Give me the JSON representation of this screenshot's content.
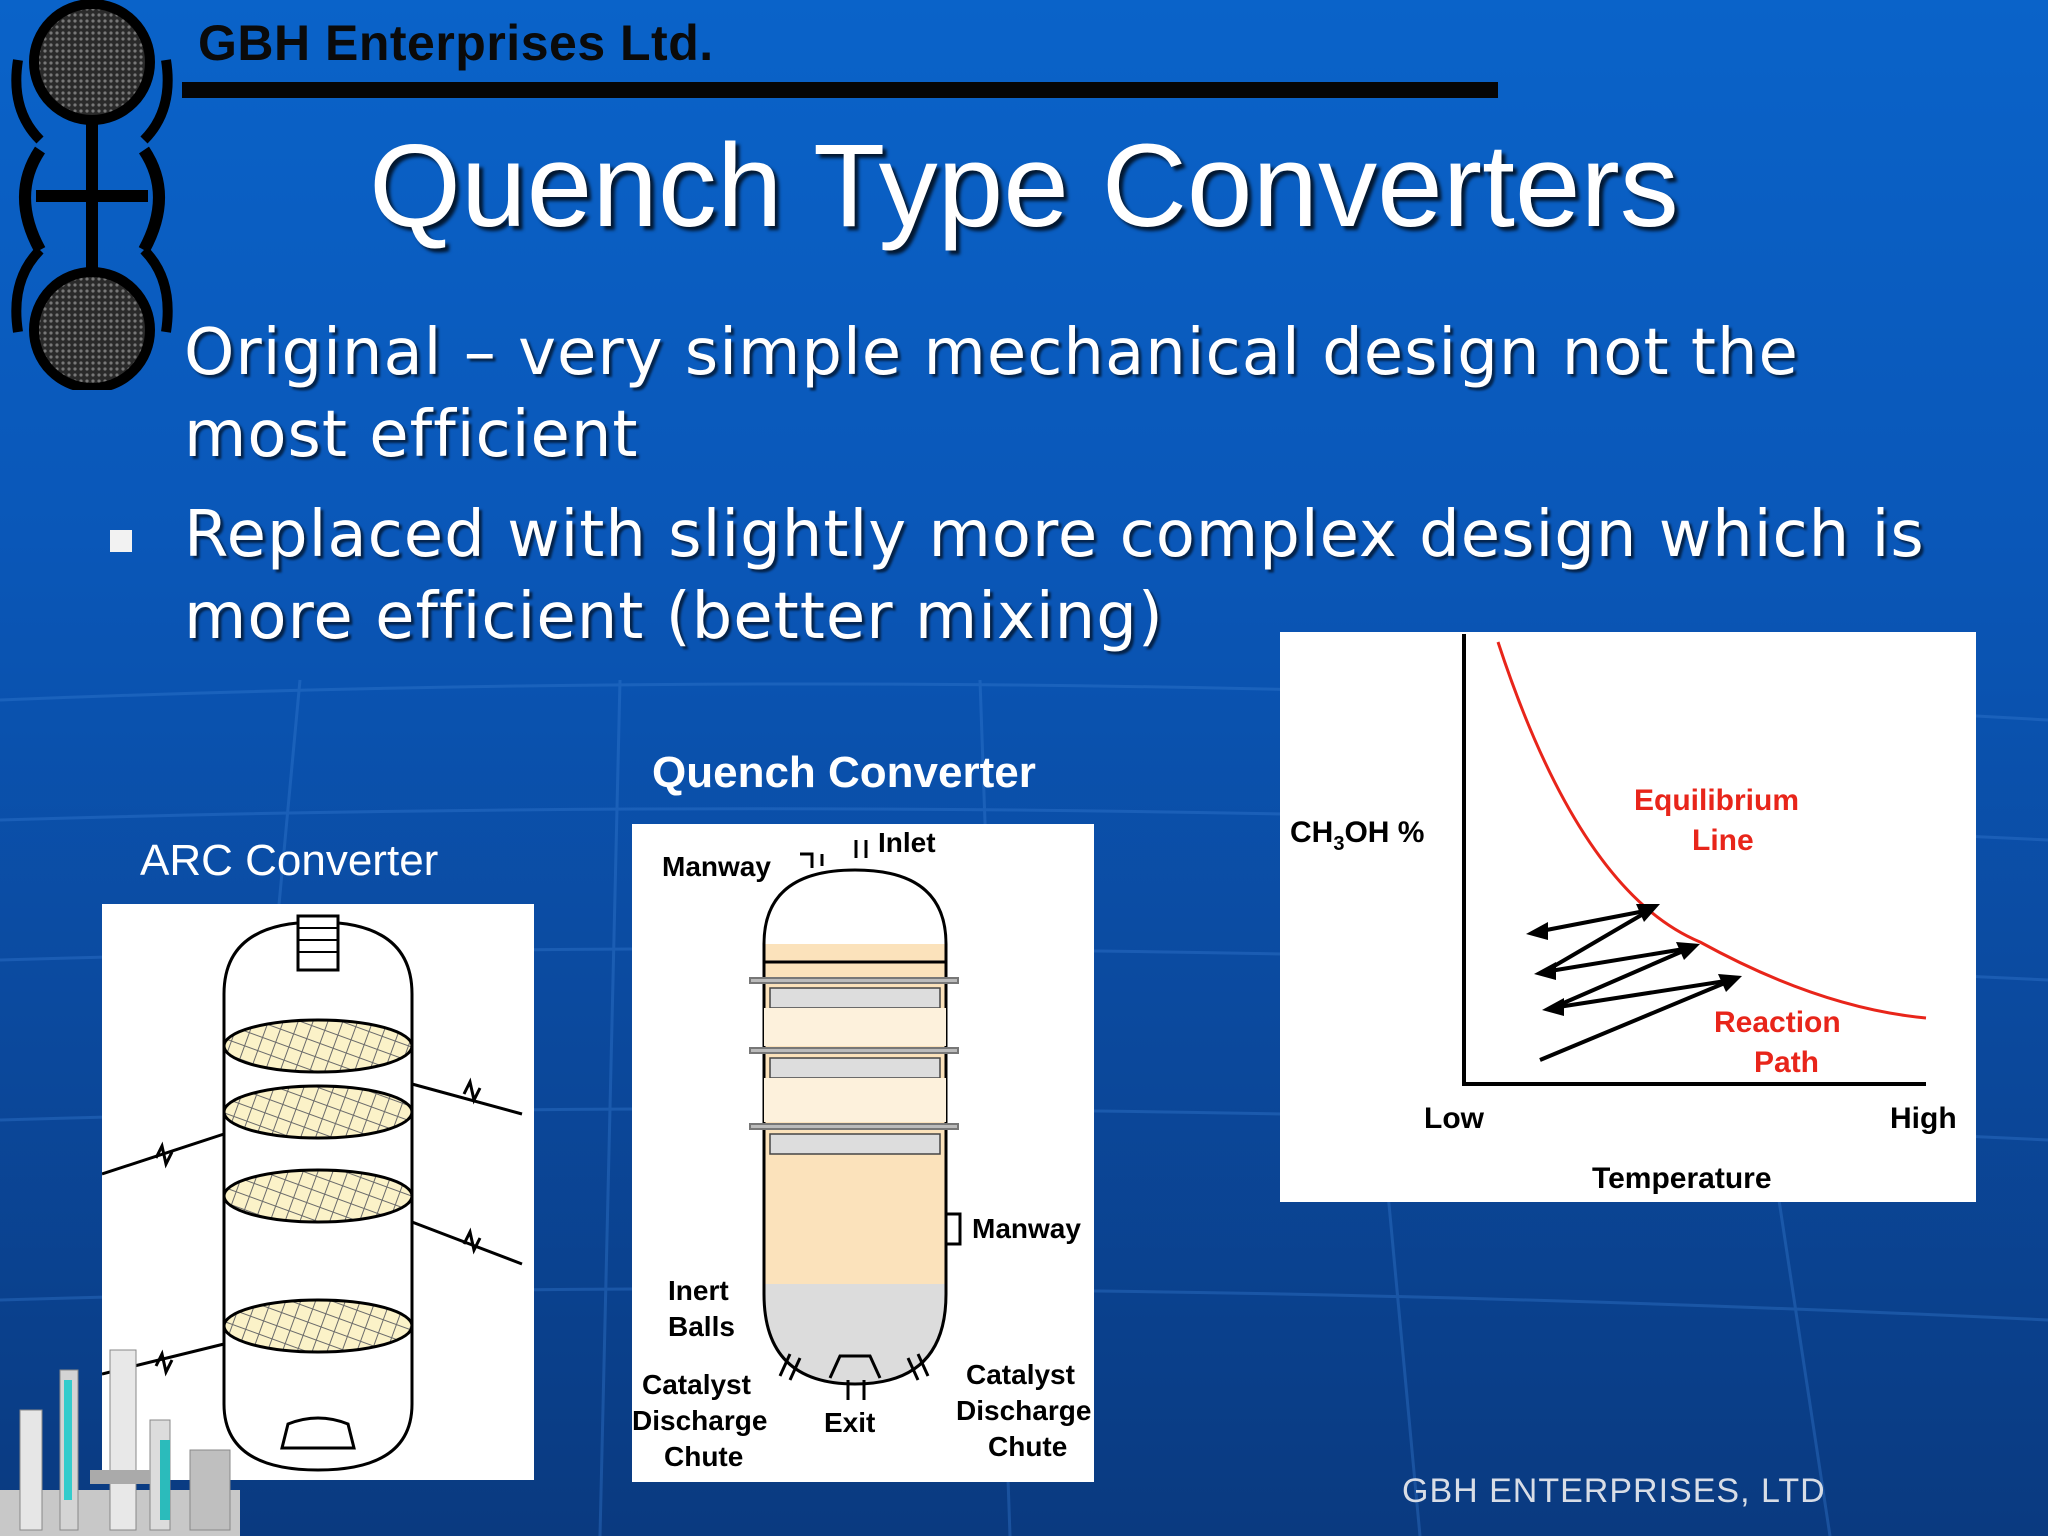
{
  "header": {
    "company": "GBH Enterprises Ltd.",
    "title": "Quench Type Converters"
  },
  "bullets": [
    {
      "text": "Original – very simple mechanical design not the most efficient"
    },
    {
      "text": "Replaced with slightly more complex design which is more efficient (better mixing)"
    }
  ],
  "figures": {
    "arc_label": "ARC Converter",
    "quench_label": "Quench Converter",
    "quench_diagram": {
      "manway_top": "Manway",
      "inlet": "Inlet",
      "manway_side": "Manway",
      "inert_balls_1": "Inert",
      "inert_balls_2": "Balls",
      "catalyst_left_1": "Catalyst",
      "catalyst_left_2": "Discharge",
      "catalyst_left_3": "Chute",
      "exit": "Exit",
      "catalyst_right_1": "Catalyst",
      "catalyst_right_2": "Discharge",
      "catalyst_right_3": "Chute"
    },
    "chart": {
      "ylabel_main": "CH",
      "ylabel_sub": "3",
      "ylabel_rest": "OH %",
      "equilibrium_1": "Equilibrium",
      "equilibrium_2": "Line",
      "reaction_1": "Reaction",
      "reaction_2": "Path",
      "x_low": "Low",
      "x_high": "High",
      "xlabel": "Temperature"
    }
  },
  "footer": {
    "text": "GBH ENTERPRISES, LTD"
  },
  "colors": {
    "accent_red": "#e8251a",
    "background_blue": "#0a57b8"
  }
}
